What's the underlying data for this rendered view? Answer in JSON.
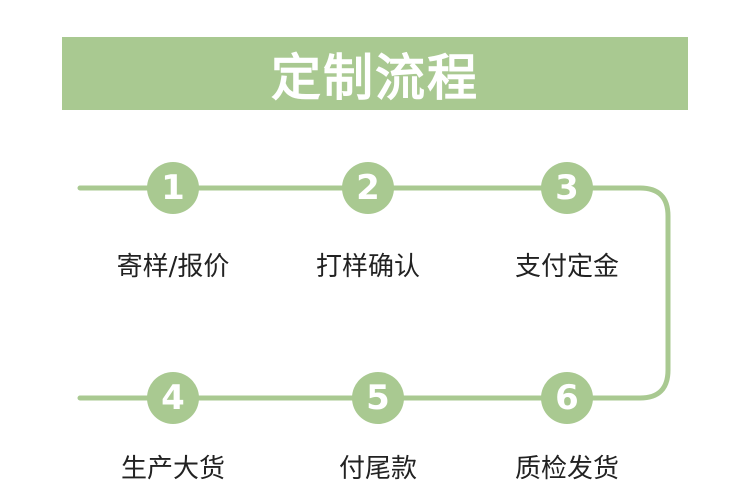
{
  "title": "定制流程",
  "colors": {
    "accent": "#a9c991",
    "text": "#222222",
    "background": "#ffffff"
  },
  "steps": [
    {
      "number": "1",
      "label": "寄样/报价"
    },
    {
      "number": "2",
      "label": "打样确认"
    },
    {
      "number": "3",
      "label": "支付定金"
    },
    {
      "number": "4",
      "label": "生产大货"
    },
    {
      "number": "5",
      "label": "付尾款"
    },
    {
      "number": "6",
      "label": "质检发货"
    }
  ]
}
